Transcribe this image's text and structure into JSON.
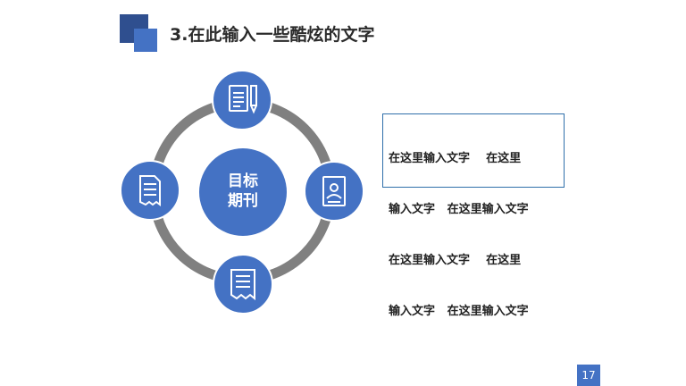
{
  "slide": {
    "title": "3.在此输入一些酷炫的文字",
    "page_number": "17"
  },
  "diagram": {
    "center_line1": "目标",
    "center_line2": "期刊",
    "nodes": [
      {
        "position": "top",
        "icon": "document-pen-icon"
      },
      {
        "position": "right",
        "icon": "id-card-icon"
      },
      {
        "position": "bottom",
        "icon": "scroll-icon"
      },
      {
        "position": "left",
        "icon": "receipt-icon"
      }
    ]
  },
  "textbox": {
    "lines": [
      "在这里输入文字    在这里",
      "输入文字   在这里输入文字",
      "在这里输入文字    在这里",
      "输入文字   在这里输入文字"
    ]
  },
  "colors": {
    "accent": "#4472c4",
    "ring": "#808080",
    "title_square_dark": "#2f4f8f",
    "box_border": "#2f6faa"
  }
}
